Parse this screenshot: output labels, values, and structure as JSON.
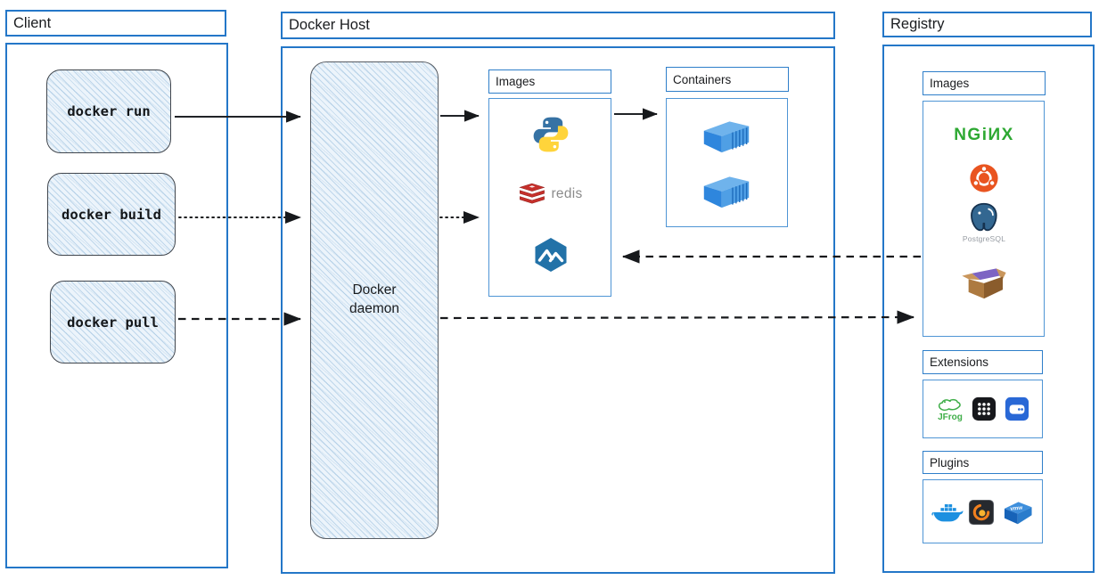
{
  "client": {
    "title": "Client",
    "commands": [
      {
        "label": "docker run",
        "arrow_style": "solid"
      },
      {
        "label": "docker build",
        "arrow_style": "dotted"
      },
      {
        "label": "docker pull",
        "arrow_style": "dashed"
      }
    ]
  },
  "docker_host": {
    "title": "Docker Host",
    "daemon_label": "Docker daemon",
    "images": {
      "label": "Images",
      "items": [
        "python-icon",
        "redis-icon",
        "alpine-icon"
      ],
      "redis_label": "redis"
    },
    "containers": {
      "label": "Containers",
      "items": [
        "container-icon",
        "container-icon"
      ]
    }
  },
  "registry": {
    "title": "Registry",
    "images": {
      "label": "Images",
      "items": [
        "nginx-logo",
        "ubuntu-logo",
        "postgresql-logo",
        "busybox-logo"
      ],
      "nginx_label": "NGiИX",
      "postgresql_label": "PostgreSQL"
    },
    "extensions": {
      "label": "Extensions",
      "items": [
        "jfrog-logo",
        "dots-grid-extension",
        "disk-drive-extension"
      ],
      "jfrog_label": "JFrog"
    },
    "plugins": {
      "label": "Plugins",
      "items": [
        "docker-whale-logo",
        "grafana-logo",
        "vmware-logo"
      ],
      "vmware_label": "vmw"
    }
  },
  "colors": {
    "frame_blue": "#2477c8",
    "panel_blue": "#4f95d5",
    "hatch_fill": "#ecf4fb",
    "arrow_black": "#17191c",
    "nginx_green": "#2da832",
    "redis_red": "#c6302b",
    "ubuntu_orange": "#e95420",
    "postgres_blue": "#336791",
    "alpine_blue": "#2272a8",
    "container_blue": "#2e86dd",
    "docker_blue": "#1d90e0",
    "jfrog_green": "#3fae49",
    "grafana_orange": "#f2801e",
    "vmware_blue": "#1f6fc4"
  }
}
